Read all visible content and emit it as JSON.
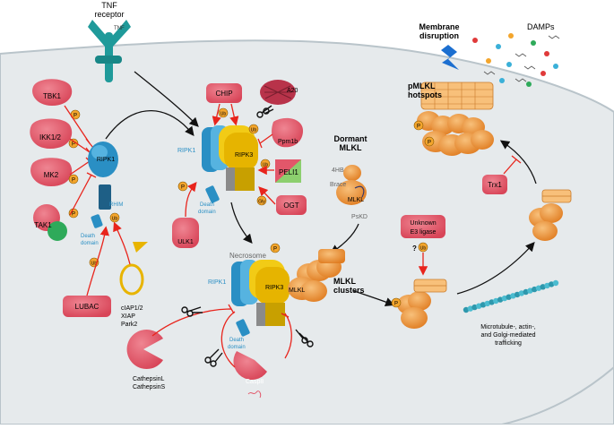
{
  "labels": {
    "tnf_receptor_line1": "TNF",
    "tnf_receptor_line2": "receptor",
    "tnf": "TNF",
    "membrane_line1": "Membrane",
    "membrane_line2": "disruption",
    "damps": "DAMPs",
    "pmlkl_line1": "pMLKL",
    "pmlkl_line2": "hotspots",
    "tbk1": "TBK1",
    "ikk12": "IKK1/2",
    "mk2": "MK2",
    "tak1": "TAK1",
    "lubac": "LUBAC",
    "ripk1": "RIPK1",
    "rhim": "RHIM",
    "death_domain_line1": "Death",
    "death_domain_line2": "domain",
    "ciap_line1": "cIAP1/2",
    "ciap_line2": "XIAP",
    "ciap_line3": "Park2",
    "ub": "Ub",
    "p": "P",
    "gly": "Gly",
    "chip": "CHIP",
    "a20": "A20",
    "ppm1b": "Ppm1b",
    "peli1": "PELI1",
    "ogt": "OGT",
    "ulk1": "ULK1",
    "ripk3": "RIPK3",
    "dormant_line1": "Dormant",
    "dormant_line2": "MLKL",
    "fourhb": "4HB",
    "brace": "Brace",
    "mlkl": "MLKL",
    "pskd": "PsKD",
    "necrosome": "Necrosome",
    "mlkl_clusters_line1": "MLKL",
    "mlkl_clusters_line2": "clusters",
    "unknown_line1": "Unknown",
    "unknown_line2": "E3 ligase",
    "question": "?",
    "trx1": "Trx1",
    "traffic_line1": "Microtubule-, actin-,",
    "traffic_line2": "and Golgi-mediated",
    "traffic_line3": "trafficking",
    "cathepsin_line1": "CathepsinL",
    "cathepsin_line2": "CathepsinS",
    "casp8": "Casp8"
  },
  "colors": {
    "cell_fill": "#e6eaec",
    "cell_stroke": "#b9c4ca",
    "regulator": "#e2576a",
    "regulator_dark": "#b8334a",
    "tak_green": "#2eaa5a",
    "peli_green": "#8ccf6e",
    "ripk1_blue": "#2a8fc4",
    "ripk1_light": "#56b3e0",
    "ripk3_yellow": "#f2cb16",
    "mlkl_orange": "#f29a3c",
    "receptor_teal": "#1f9a9a",
    "arrow_red": "#e8241c",
    "ub_orange": "#f3a52c",
    "microtubule": "#4bbcd0"
  }
}
